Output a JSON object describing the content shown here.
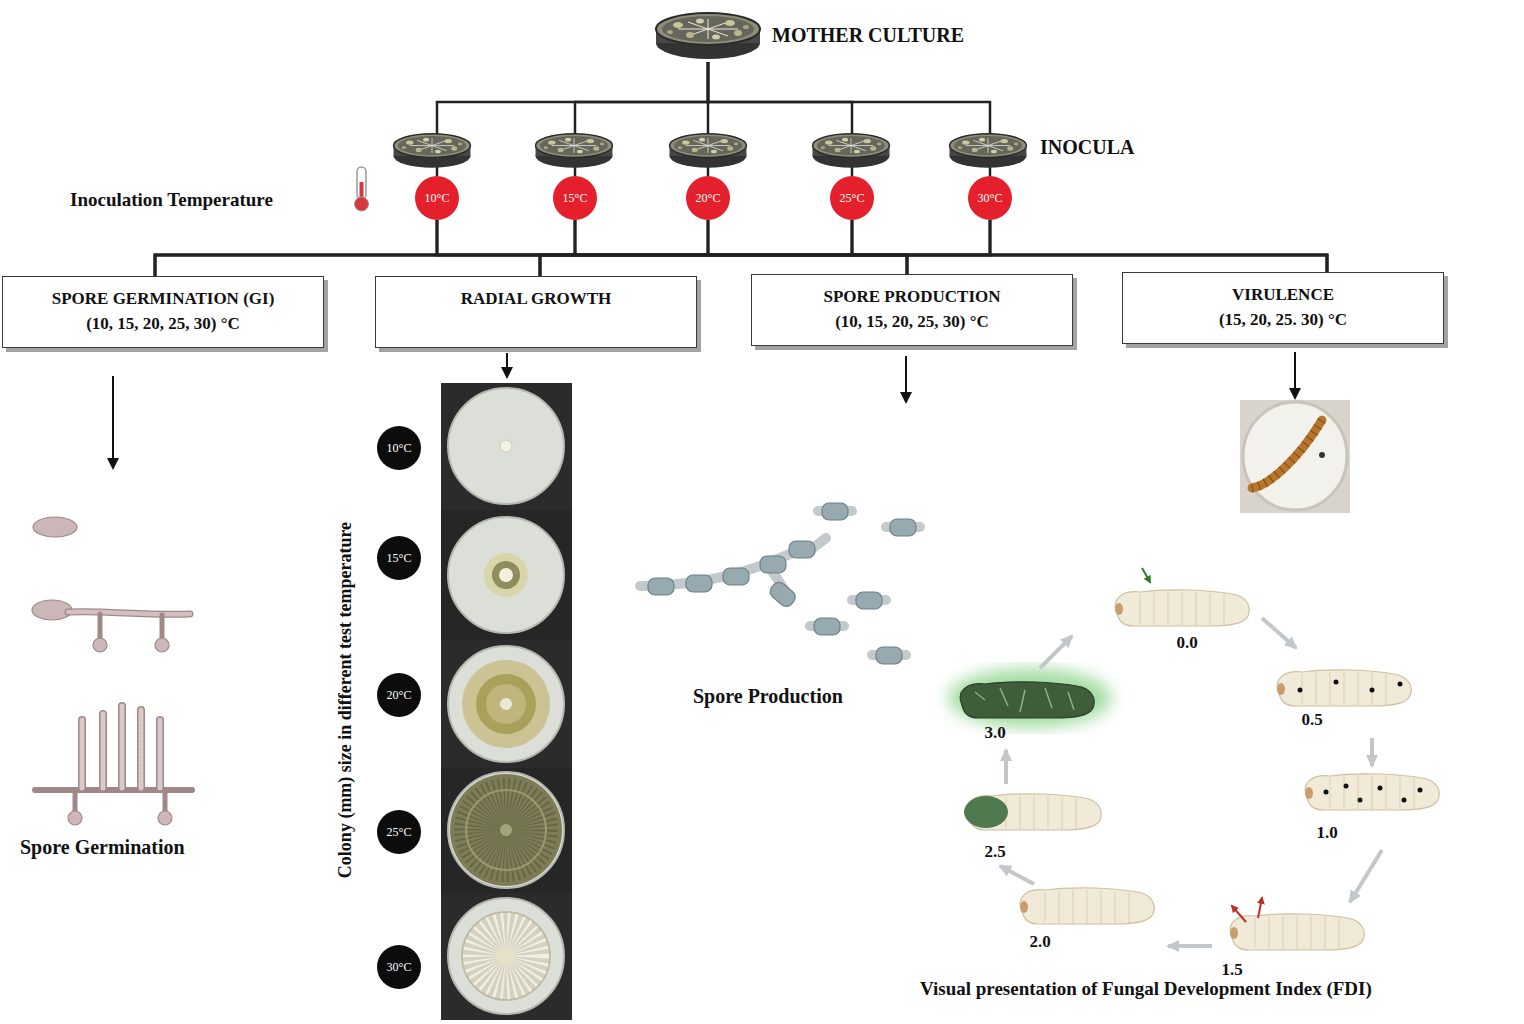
{
  "diagram": {
    "nodes": [
      {
        "text": [
          "MOTHER CULTURE"
        ]
      },
      {
        "text": [
          "10°C"
        ]
      },
      {
        "text": [
          "15°C"
        ]
      },
      {
        "text": [
          "20°C"
        ]
      },
      {
        "text": [
          "25°C"
        ]
      },
      {
        "text": [
          "30°C"
        ]
      },
      {
        "text": [
          "SPORE GERMINATION (GI)",
          "(10, 15, 20, 25, 30) °C"
        ]
      },
      {
        "text": [
          "RADIAL GROWTH"
        ]
      },
      {
        "text": [
          "SPORE PRODUCTION",
          "(10, 15, 20, 25, 30) °C"
        ]
      },
      {
        "text": [
          "VIRULENCE",
          "(15, 20, 25. 30) °C"
        ]
      },
      {
        "text": [
          "10°C"
        ]
      },
      {
        "text": [
          "15°C"
        ]
      },
      {
        "text": [
          "20°C"
        ]
      },
      {
        "text": [
          "25°C"
        ]
      },
      {
        "text": [
          "30°C"
        ]
      }
    ],
    "edges": [
      {
        "from": 0,
        "to": 1,
        "arrow": "none"
      },
      {
        "from": 0,
        "to": 2,
        "arrow": "none"
      },
      {
        "from": 0,
        "to": 3,
        "arrow": "none"
      },
      {
        "from": 0,
        "to": 4,
        "arrow": "none"
      },
      {
        "from": 0,
        "to": 5,
        "arrow": "none"
      },
      {
        "from": 1,
        "to": 6,
        "arrow": "none"
      },
      {
        "from": 1,
        "to": 7,
        "arrow": "none"
      },
      {
        "from": 1,
        "to": 8,
        "arrow": "none"
      },
      {
        "from": 1,
        "to": 9,
        "arrow": "none"
      },
      {
        "from": 2,
        "to": 6,
        "arrow": "none"
      },
      {
        "from": 2,
        "to": 7,
        "arrow": "none"
      },
      {
        "from": 2,
        "to": 8,
        "arrow": "none"
      },
      {
        "from": 2,
        "to": 9,
        "arrow": "none"
      },
      {
        "from": 3,
        "to": 6,
        "arrow": "none"
      },
      {
        "from": 3,
        "to": 7,
        "arrow": "none"
      },
      {
        "from": 3,
        "to": 8,
        "arrow": "none"
      },
      {
        "from": 3,
        "to": 9,
        "arrow": "none"
      },
      {
        "from": 4,
        "to": 6,
        "arrow": "none"
      },
      {
        "from": 4,
        "to": 7,
        "arrow": "none"
      },
      {
        "from": 4,
        "to": 8,
        "arrow": "none"
      },
      {
        "from": 4,
        "to": 9,
        "arrow": "none"
      },
      {
        "from": 5,
        "to": 6,
        "arrow": "none"
      },
      {
        "from": 5,
        "to": 7,
        "arrow": "none"
      },
      {
        "from": 5,
        "to": 8,
        "arrow": "none"
      },
      {
        "from": 5,
        "to": 9,
        "arrow": "none"
      }
    ],
    "labels": [
      "INOCULA",
      "Inoculation Temperature",
      "Colony (mm) size in different test temperature",
      "Spore Germination",
      "Spore Production",
      "0.0",
      "0.5",
      "1.0",
      "1.5",
      "2.0",
      "2.5",
      "3.0",
      "Visual presentation of Fungal Development Index (FDI)"
    ]
  }
}
